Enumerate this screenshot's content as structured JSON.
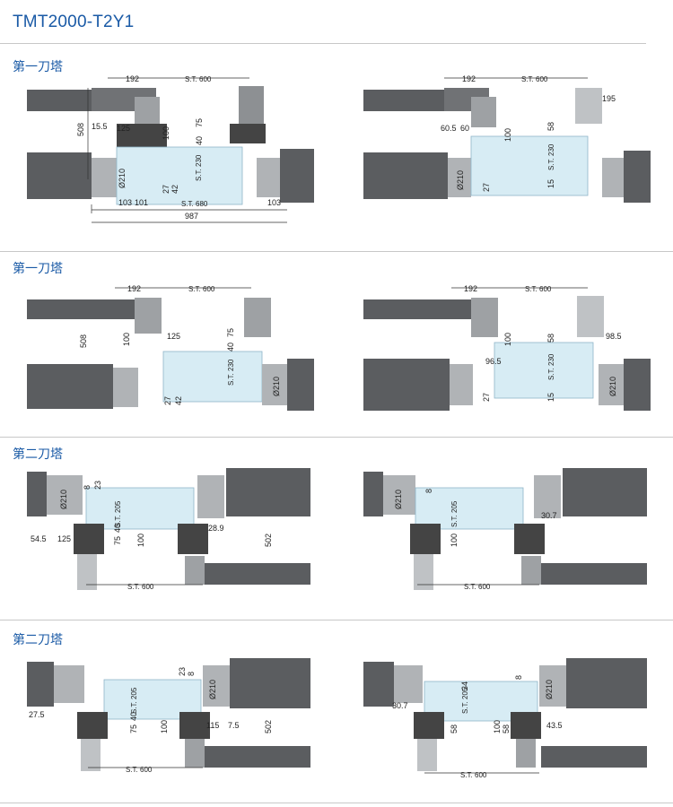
{
  "title": "TMT2000-T2Y1",
  "sections": [
    {
      "label": "第一刀塔"
    },
    {
      "label": "第一刀塔"
    },
    {
      "label": "第二刀塔"
    },
    {
      "label": "第二刀塔"
    }
  ],
  "panels": [
    {
      "dims": {
        "d192": "192",
        "st600": "S.T. 600",
        "d508": "508",
        "d15_5": "15.5",
        "d125": "125",
        "d100": "100",
        "d40": "40",
        "d75": "75",
        "st230": "S.T. 230",
        "d210": "Ø210",
        "d27": "27",
        "d42": "42",
        "d103a": "103",
        "d101": "101",
        "st680": "S.T. 680",
        "d103b": "103",
        "d987": "987"
      }
    },
    {
      "dims": {
        "d192": "192",
        "st600": "S.T. 600",
        "d195": "195",
        "d60_5": "60.5",
        "d60": "60",
        "d100": "100",
        "d58": "58",
        "st230": "S.T. 230",
        "d210": "Ø210",
        "d27": "27",
        "d15": "15"
      }
    },
    {
      "dims": {
        "d192": "192",
        "st600": "S.T. 600",
        "d508": "508",
        "d100": "100",
        "d125": "125",
        "d40": "40",
        "d75": "75",
        "st230": "S.T. 230",
        "d210": "Ø210",
        "d27": "27",
        "d42": "42"
      }
    },
    {
      "dims": {
        "d192": "192",
        "st600": "S.T. 600",
        "d100": "100",
        "d58": "58",
        "d98_5": "98.5",
        "d96_5": "96.5",
        "st230": "S.T. 230",
        "d210": "Ø210",
        "d27": "27",
        "d15": "15"
      }
    },
    {
      "dims": {
        "d210": "Ø210",
        "d8": "8",
        "d23": "23",
        "st205": "S.T. 205",
        "d54_5": "54.5",
        "d125": "125",
        "d75": "75",
        "d40": "40",
        "d100": "100",
        "d28_9": "28.9",
        "d502": "502",
        "st600": "S.T. 600"
      }
    },
    {
      "dims": {
        "d210": "Ø210",
        "d8": "8",
        "st205": "S.T. 205",
        "d100": "100",
        "d30_7": "30.7",
        "st600": "S.T. 600"
      }
    },
    {
      "dims": {
        "d23": "23",
        "d8": "8",
        "d210": "Ø210",
        "st205": "S.T. 205",
        "d27_5": "27.5",
        "d75": "75",
        "d40": "40",
        "d100": "100",
        "d115": "115",
        "d7_5": "7.5",
        "d502": "502",
        "st600": "S.T. 600"
      }
    },
    {
      "dims": {
        "d8": "8",
        "d210": "Ø210",
        "st205": "S.T. 205",
        "d34": "34",
        "d30_7": "30.7",
        "d58a": "58",
        "d100": "100",
        "d58b": "58",
        "d43_5": "43.5",
        "st600": "S.T. 600"
      }
    }
  ]
}
